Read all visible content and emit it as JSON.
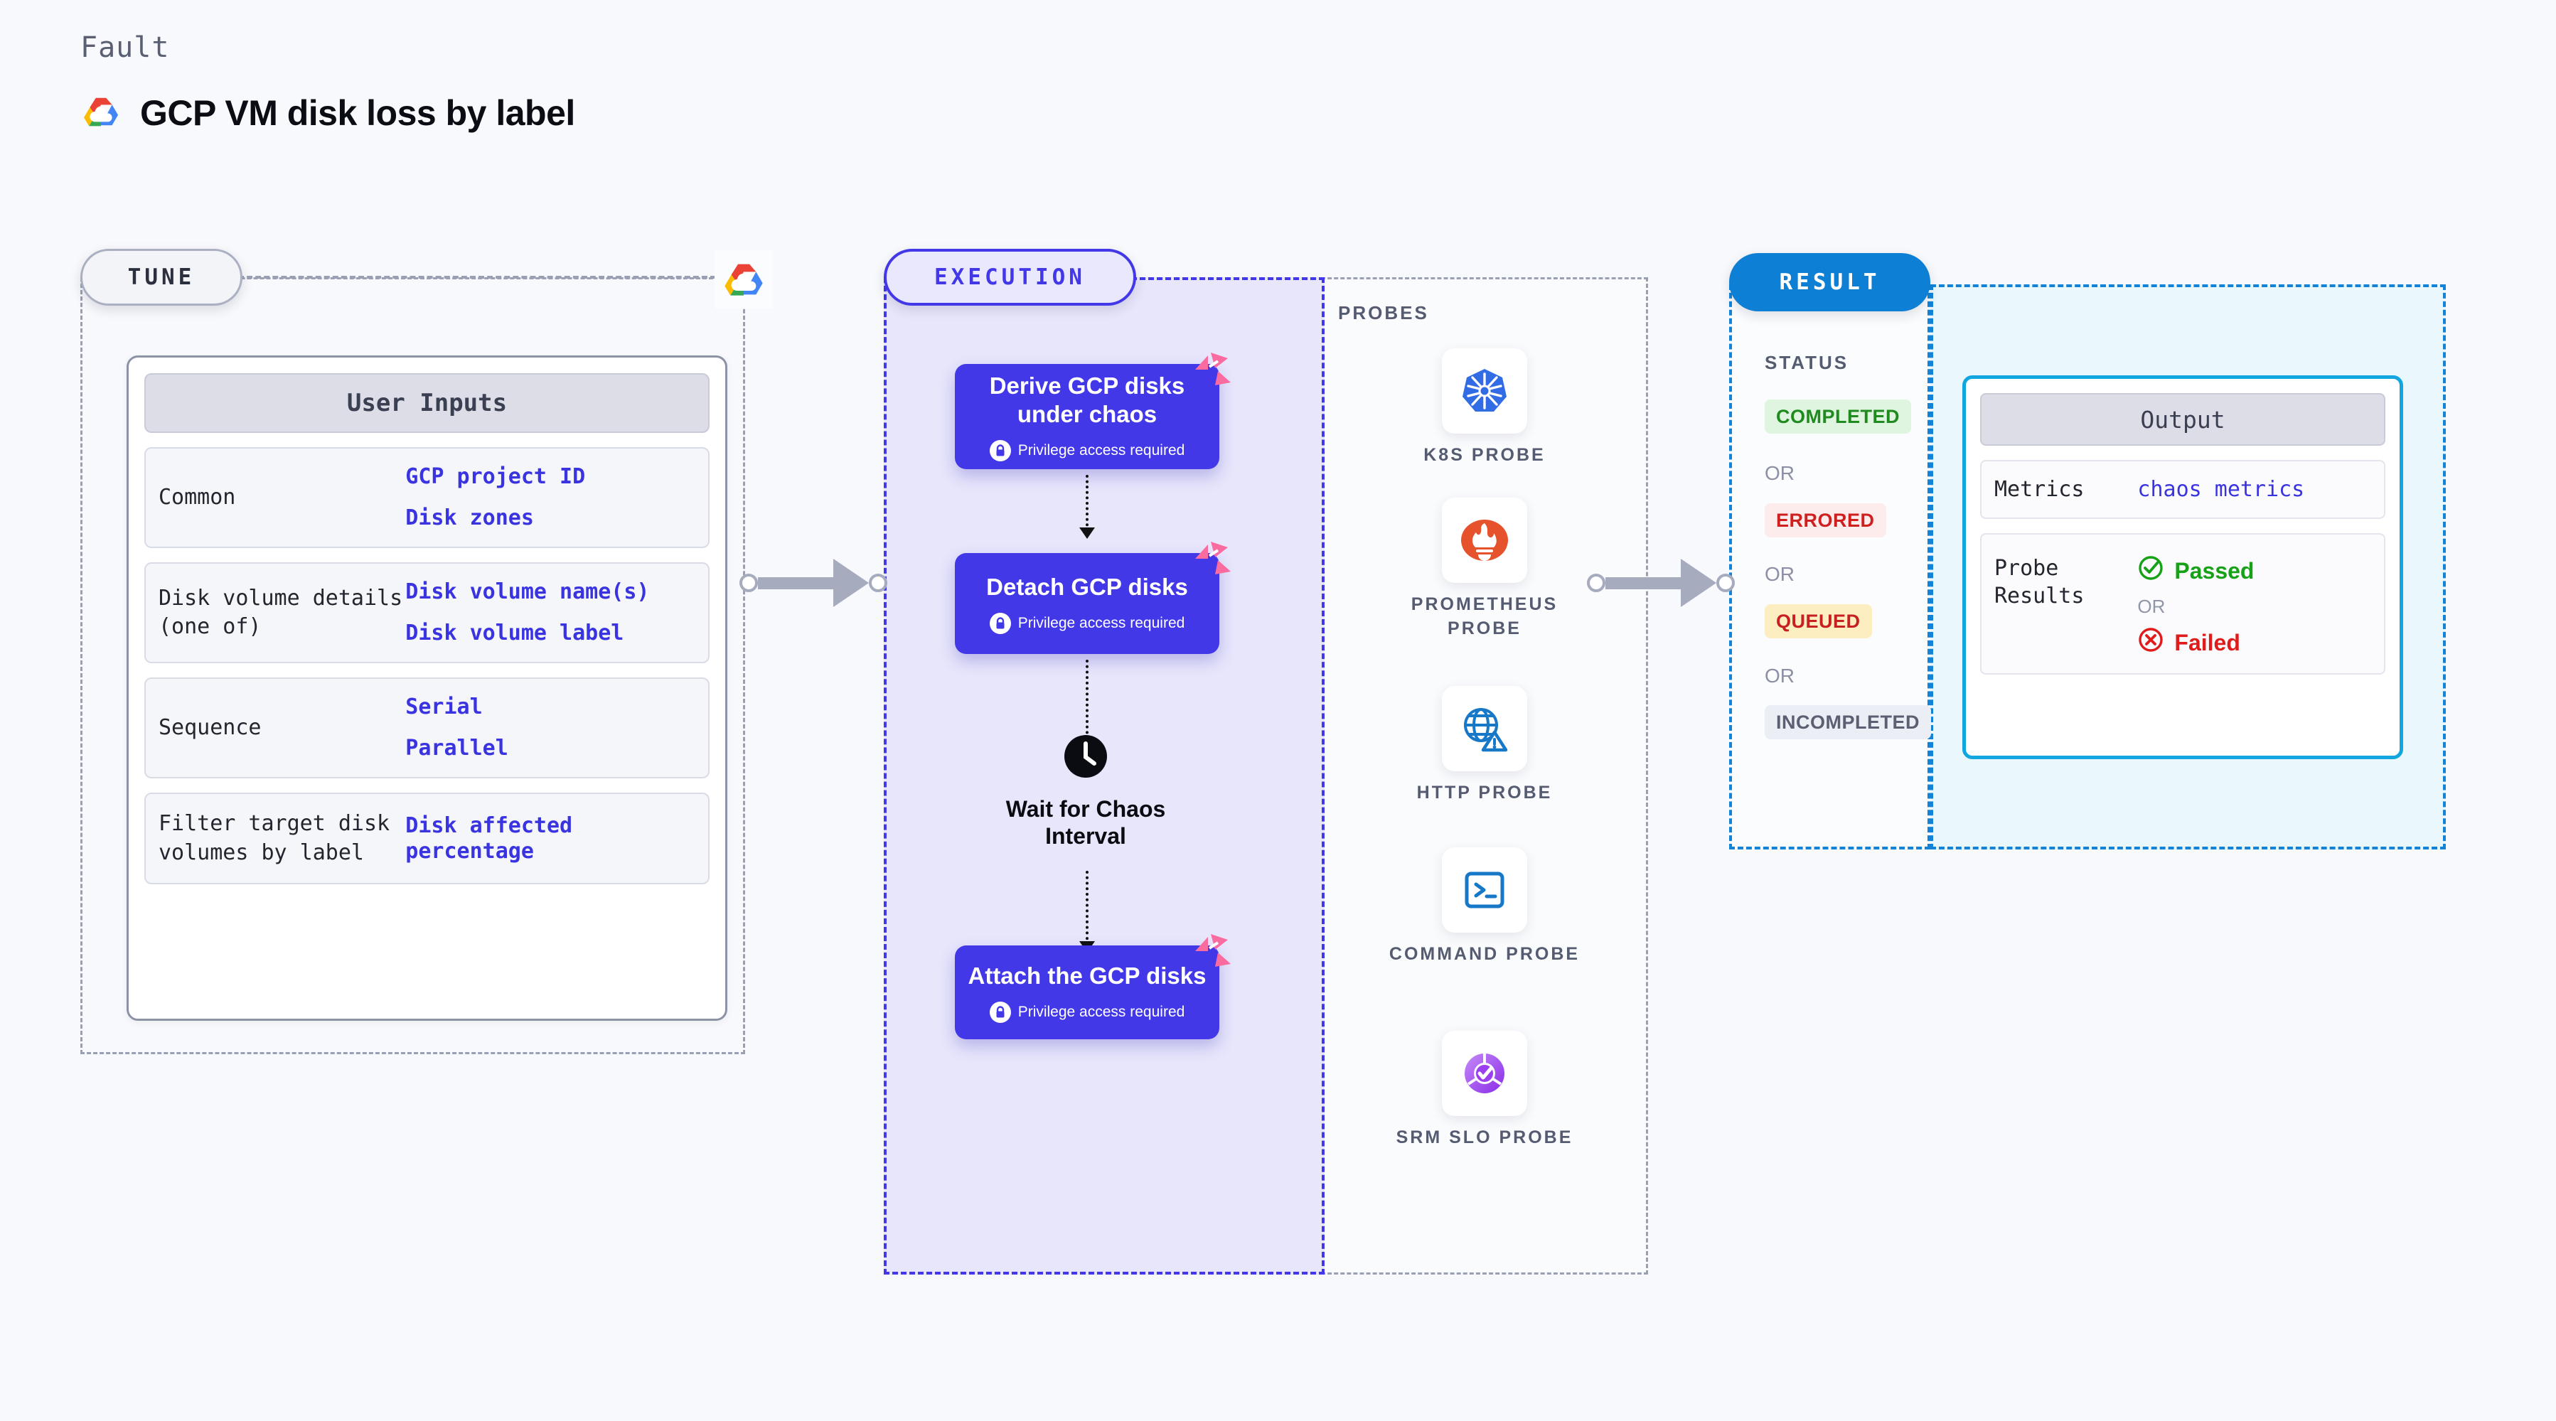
{
  "header": {
    "kicker": "Fault",
    "title": "GCP VM disk loss by label",
    "logo_icon": "gcp-logo-icon"
  },
  "tune": {
    "pill_label": "TUNE",
    "corner_logo_icon": "gcp-logo-icon",
    "card_title": "User Inputs",
    "rows": [
      {
        "key": "Common",
        "values": [
          "GCP project ID",
          "Disk zones"
        ]
      },
      {
        "key": "Disk volume details (one of)",
        "values": [
          "Disk volume name(s)",
          "Disk volume label"
        ]
      },
      {
        "key": "Sequence",
        "values": [
          "Serial",
          "Parallel"
        ]
      },
      {
        "key": "Filter target disk volumes by label",
        "values": [
          "Disk affected percentage"
        ]
      }
    ]
  },
  "execution": {
    "pill_label": "EXECUTION",
    "privilege_text": "Privilege access required",
    "nodes": [
      {
        "title": "Derive GCP disks under chaos",
        "privilege": true,
        "type": "task"
      },
      {
        "title": "Detach GCP disks",
        "privilege": true,
        "type": "task"
      },
      {
        "title": "Wait for Chaos Interval",
        "privilege": false,
        "type": "wait"
      },
      {
        "title": "Attach the GCP disks",
        "privilege": true,
        "type": "task"
      }
    ]
  },
  "probes": {
    "section_label": "PROBES",
    "items": [
      {
        "name": "K8S PROBE",
        "icon": "kubernetes-icon"
      },
      {
        "name": "PROMETHEUS PROBE",
        "icon": "prometheus-icon"
      },
      {
        "name": "HTTP PROBE",
        "icon": "http-globe-warning-icon"
      },
      {
        "name": "COMMAND PROBE",
        "icon": "terminal-icon"
      },
      {
        "name": "SRM SLO PROBE",
        "icon": "srm-slo-icon"
      }
    ]
  },
  "result": {
    "pill_label": "RESULT",
    "status_label": "STATUS",
    "or_label": "OR",
    "statuses": [
      {
        "label": "COMPLETED",
        "bg": "#dff5df",
        "color": "#1f8b1f"
      },
      {
        "label": "ERRORED",
        "bg": "#fdecec",
        "color": "#cf2020"
      },
      {
        "label": "QUEUED",
        "bg": "#fdeec2",
        "color": "#c72020"
      },
      {
        "label": "INCOMPLETED",
        "bg": "#eceef5",
        "color": "#5a5f72"
      }
    ],
    "output": {
      "card_title": "Output",
      "metrics_key": "Metrics",
      "metrics_value": "chaos metrics",
      "probe_results_key": "Probe Results",
      "passed_label": "Passed",
      "failed_label": "Failed",
      "or_label": "OR",
      "passed_color": "#17a117",
      "failed_color": "#e01b1b"
    }
  },
  "colors": {
    "accent_indigo": "#4338e8",
    "accent_blue": "#0d7fd4",
    "accent_cyan": "#12a6e0",
    "link_blue": "#3a34e0",
    "chaos_pink": "#fa6ba0",
    "connector_gray": "#a7abbe"
  }
}
